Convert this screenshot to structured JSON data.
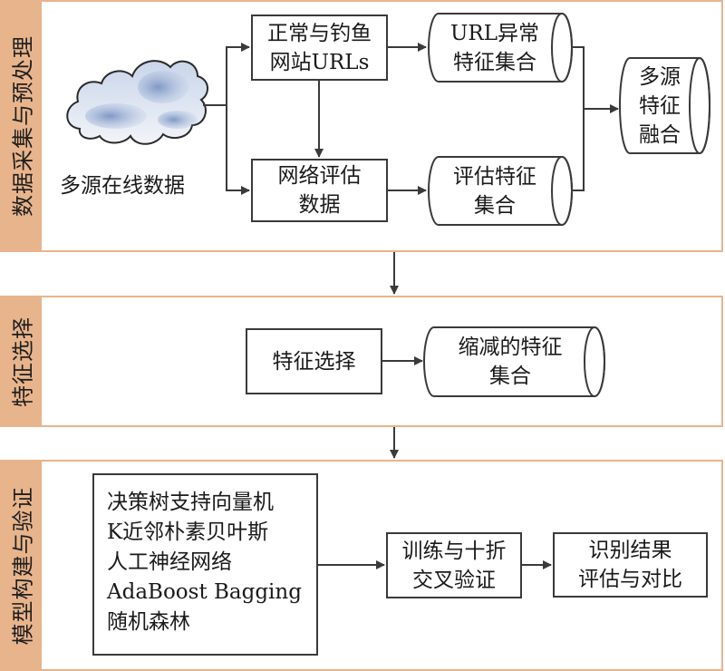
{
  "lanes": [
    {
      "title": "数据采集与预处理"
    },
    {
      "title": "特征选择"
    },
    {
      "title": "模型构建与验证"
    }
  ],
  "stage1": {
    "source_label": "多源在线数据",
    "source_icon": "cloud-icon",
    "urls_box": [
      "正常与钓鱼",
      "网站URLs"
    ],
    "network_box": [
      "网络评估",
      "数据"
    ],
    "url_features": [
      "URL异常",
      "特征集合"
    ],
    "eval_features": [
      "评估特征",
      "集合"
    ],
    "fusion": [
      "多源",
      "特征",
      "融合"
    ]
  },
  "stage2": {
    "selection_box": "特征选择",
    "reduced_set": [
      "缩减的特征",
      "集合"
    ]
  },
  "stage3": {
    "models": [
      "决策树支持向量机",
      "K近邻朴素贝叶斯",
      "人工神经网络",
      "AdaBoost Bagging",
      "随机森林"
    ],
    "training_box": [
      "训练与十折",
      "交叉验证"
    ],
    "result_box": [
      "识别结果",
      "评估与对比"
    ]
  },
  "colors": {
    "lane_accent": "#e8b48c",
    "stroke": "#3a3a3a",
    "cloud_fill": "#9fb3d6"
  }
}
